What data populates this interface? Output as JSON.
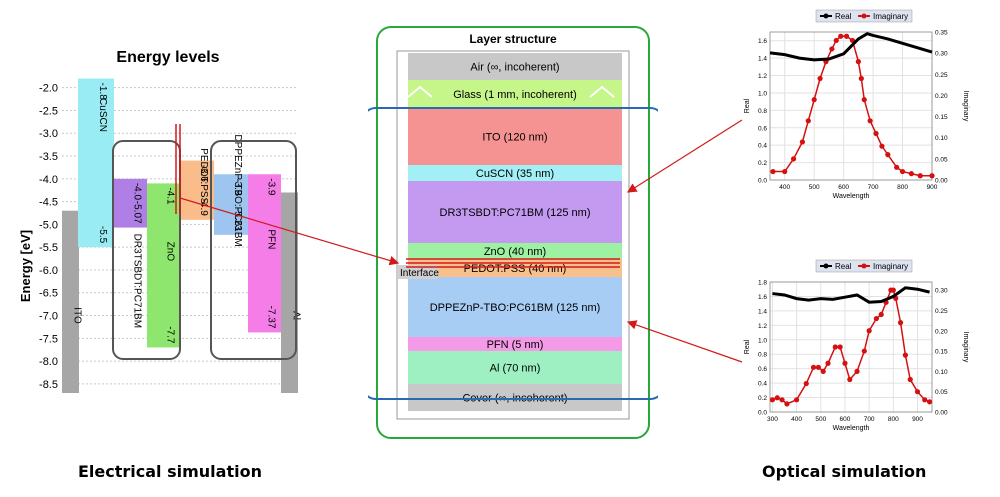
{
  "energy_panel": {
    "title": "Energy levels",
    "ylabel": "Energy [eV]",
    "yticks": [
      "-2.0",
      "-2.5",
      "-3.0",
      "-3.5",
      "-4.0",
      "-4.5",
      "-5.0",
      "-5.5",
      "-6.0",
      "-6.5",
      "-7.0",
      "-7.5",
      "-8.0",
      "-8.5"
    ],
    "ylim": [
      -8.7,
      -1.7
    ],
    "layers": [
      {
        "name": "ITO",
        "top": -4.7,
        "bottom": -8.7,
        "color": "#a6a6a6",
        "top_label": "",
        "bottom_label": ""
      },
      {
        "name": "CuSCN",
        "top": -1.8,
        "bottom": -5.5,
        "color": "#99ecf4",
        "top_label": "-1.8",
        "bottom_label": "-5.5"
      },
      {
        "name": "DR3TSBDT:PC71BM",
        "top": -4.0,
        "bottom": -5.07,
        "color": "#b07fe6",
        "top_label": "-4.0",
        "bottom_label": "-5.07"
      },
      {
        "name": "ZnO",
        "top": -4.1,
        "bottom": -7.7,
        "color": "#8ee66e",
        "top_label": "-4.1",
        "bottom_label": "-7.7"
      },
      {
        "name": "PEDOT:PSS",
        "top": -3.6,
        "bottom": -4.9,
        "color": "#f9bc8a",
        "top_label": "-3.6",
        "bottom_label": "-4.9"
      },
      {
        "name": "DPPEZnP-TBO:PC61BM",
        "top": -3.9,
        "bottom": -5.23,
        "color": "#9ec5ef",
        "top_label": "-3.9",
        "bottom_label": "-5.23"
      },
      {
        "name": "PFN",
        "top": -3.9,
        "bottom": -7.37,
        "color": "#f57de8",
        "top_label": "-3.9",
        "bottom_label": "-7.37"
      },
      {
        "name": "Al",
        "top": -4.3,
        "bottom": -8.7,
        "color": "#a6a6a6",
        "top_label": "",
        "bottom_label": ""
      }
    ],
    "caption": "Electrical simulation"
  },
  "layer_structure": {
    "title": "Layer structure",
    "layers": [
      {
        "label": "Air (∞, incoherent)",
        "color": "#c8c8c8",
        "h": 27
      },
      {
        "label": "Glass (1 mm, incoherent)",
        "color": "#c6f58a",
        "h": 28
      },
      {
        "label": "ITO (120 nm)",
        "color": "#f59292",
        "h": 57
      },
      {
        "label": "CuSCN (35 nm)",
        "color": "#a2f0f5",
        "h": 16
      },
      {
        "label": "DR3TSBDT:PC71BM (125 nm)",
        "color": "#c49af0",
        "h": 62
      },
      {
        "label": "ZnO (40 nm)",
        "color": "#9ef0a2",
        "h": 16
      },
      {
        "label": "PEDOT:PSS (40 nm)",
        "color": "#f9c08c",
        "h": 18
      },
      {
        "label": "DPPEZnP-TBO:PC61BM (125 nm)",
        "color": "#a8cdf5",
        "h": 60
      },
      {
        "label": "PFN (5 nm)",
        "color": "#f59ae6",
        "h": 14
      },
      {
        "label": "Al (70 nm)",
        "color": "#9ef0c2",
        "h": 33
      },
      {
        "label": "Cover (∞, incoherent)",
        "color": "#c8c8c8",
        "h": 27
      }
    ],
    "interface_label": "Interface"
  },
  "optical_caption": "Optical simulation",
  "chart_data": [
    {
      "type": "line",
      "series_names": [
        "Real",
        "Imaginary"
      ],
      "xlabel": "Wavelength",
      "ylabel": "Real",
      "y2label": "Imaginary",
      "xlim": [
        350,
        900
      ],
      "xticks": [
        400,
        500,
        600,
        700,
        800,
        900
      ],
      "ylim": [
        0,
        1.7
      ],
      "yticks": [
        0,
        0.2,
        0.4,
        0.6,
        0.8,
        1.0,
        1.2,
        1.4,
        1.6
      ],
      "y2lim": [
        0,
        0.35
      ],
      "y2ticks": [
        0,
        0.05,
        0.1,
        0.15,
        0.2,
        0.25,
        0.3,
        0.35
      ],
      "real": {
        "x": [
          350,
          400,
          450,
          500,
          550,
          600,
          650,
          680,
          700,
          750,
          800,
          850,
          900
        ],
        "y": [
          1.46,
          1.44,
          1.4,
          1.38,
          1.39,
          1.45,
          1.62,
          1.68,
          1.66,
          1.62,
          1.57,
          1.52,
          1.47
        ]
      },
      "imag": {
        "x": [
          360,
          400,
          430,
          460,
          480,
          500,
          520,
          540,
          560,
          575,
          590,
          610,
          630,
          650,
          660,
          670,
          690,
          710,
          730,
          750,
          780,
          800,
          830,
          860,
          900
        ],
        "y": [
          0.02,
          0.02,
          0.05,
          0.09,
          0.14,
          0.19,
          0.24,
          0.28,
          0.31,
          0.33,
          0.34,
          0.34,
          0.33,
          0.28,
          0.24,
          0.19,
          0.14,
          0.11,
          0.08,
          0.06,
          0.03,
          0.02,
          0.015,
          0.01,
          0.01
        ]
      }
    },
    {
      "type": "line",
      "series_names": [
        "Real",
        "Imaginary"
      ],
      "xlabel": "Wavelength",
      "ylabel": "Real",
      "y2label": "Imaginary",
      "xlim": [
        290,
        960
      ],
      "xticks": [
        300,
        400,
        500,
        600,
        700,
        800,
        900
      ],
      "ylim": [
        0,
        1.8
      ],
      "yticks": [
        0,
        0.2,
        0.4,
        0.6,
        0.8,
        1.0,
        1.2,
        1.4,
        1.6,
        1.8
      ],
      "y2lim": [
        0,
        0.32
      ],
      "y2ticks": [
        0,
        0.05,
        0.1,
        0.15,
        0.2,
        0.25,
        0.3
      ],
      "real": {
        "x": [
          300,
          350,
          400,
          450,
          500,
          550,
          600,
          650,
          700,
          750,
          800,
          850,
          900,
          950
        ],
        "y": [
          1.64,
          1.62,
          1.57,
          1.55,
          1.57,
          1.56,
          1.59,
          1.62,
          1.52,
          1.53,
          1.6,
          1.72,
          1.7,
          1.66
        ]
      },
      "imag": {
        "x": [
          300,
          320,
          340,
          360,
          400,
          440,
          470,
          490,
          510,
          530,
          560,
          580,
          600,
          620,
          650,
          680,
          700,
          730,
          750,
          770,
          790,
          800,
          810,
          830,
          850,
          870,
          900,
          930,
          950
        ],
        "y": [
          0.03,
          0.035,
          0.03,
          0.02,
          0.03,
          0.07,
          0.11,
          0.11,
          0.1,
          0.12,
          0.16,
          0.16,
          0.12,
          0.08,
          0.1,
          0.15,
          0.2,
          0.23,
          0.24,
          0.27,
          0.3,
          0.3,
          0.28,
          0.22,
          0.14,
          0.08,
          0.05,
          0.03,
          0.025
        ]
      }
    }
  ]
}
